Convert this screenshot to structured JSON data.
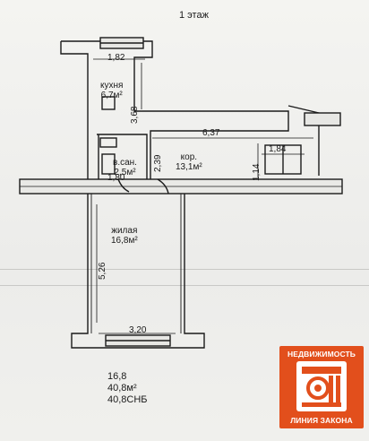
{
  "floor_label": "1 этаж",
  "rooms": {
    "kitchen": {
      "name": "кухня",
      "area": "6,7м²"
    },
    "bathroom": {
      "name": "в.сан.",
      "area": "2,5м²"
    },
    "corridor": {
      "name": "кор.",
      "area": "13,1м²"
    },
    "living": {
      "name": "жилая",
      "area": "16,8м²"
    }
  },
  "dimensions": {
    "kitchen_width": "1,82",
    "kitchen_length": "3,68",
    "corridor_length": "6,37",
    "corridor_height": "2,39",
    "corridor_nook_width": "1,84",
    "corridor_nook_depth": "1,14",
    "bathroom_width": "1,80",
    "living_length": "5,26",
    "living_width": "3,20"
  },
  "notes": [
    "16,8",
    "40,8м²",
    "40,8СНБ"
  ],
  "logo": {
    "top_text": "НЕДВИЖИМОСТЬ",
    "bottom_text": "ЛИНИЯ ЗАКОНА"
  },
  "colors": {
    "logo_bg": "#e24f1c",
    "ink": "#1a1a1a",
    "paper": "#f2f2ef"
  }
}
